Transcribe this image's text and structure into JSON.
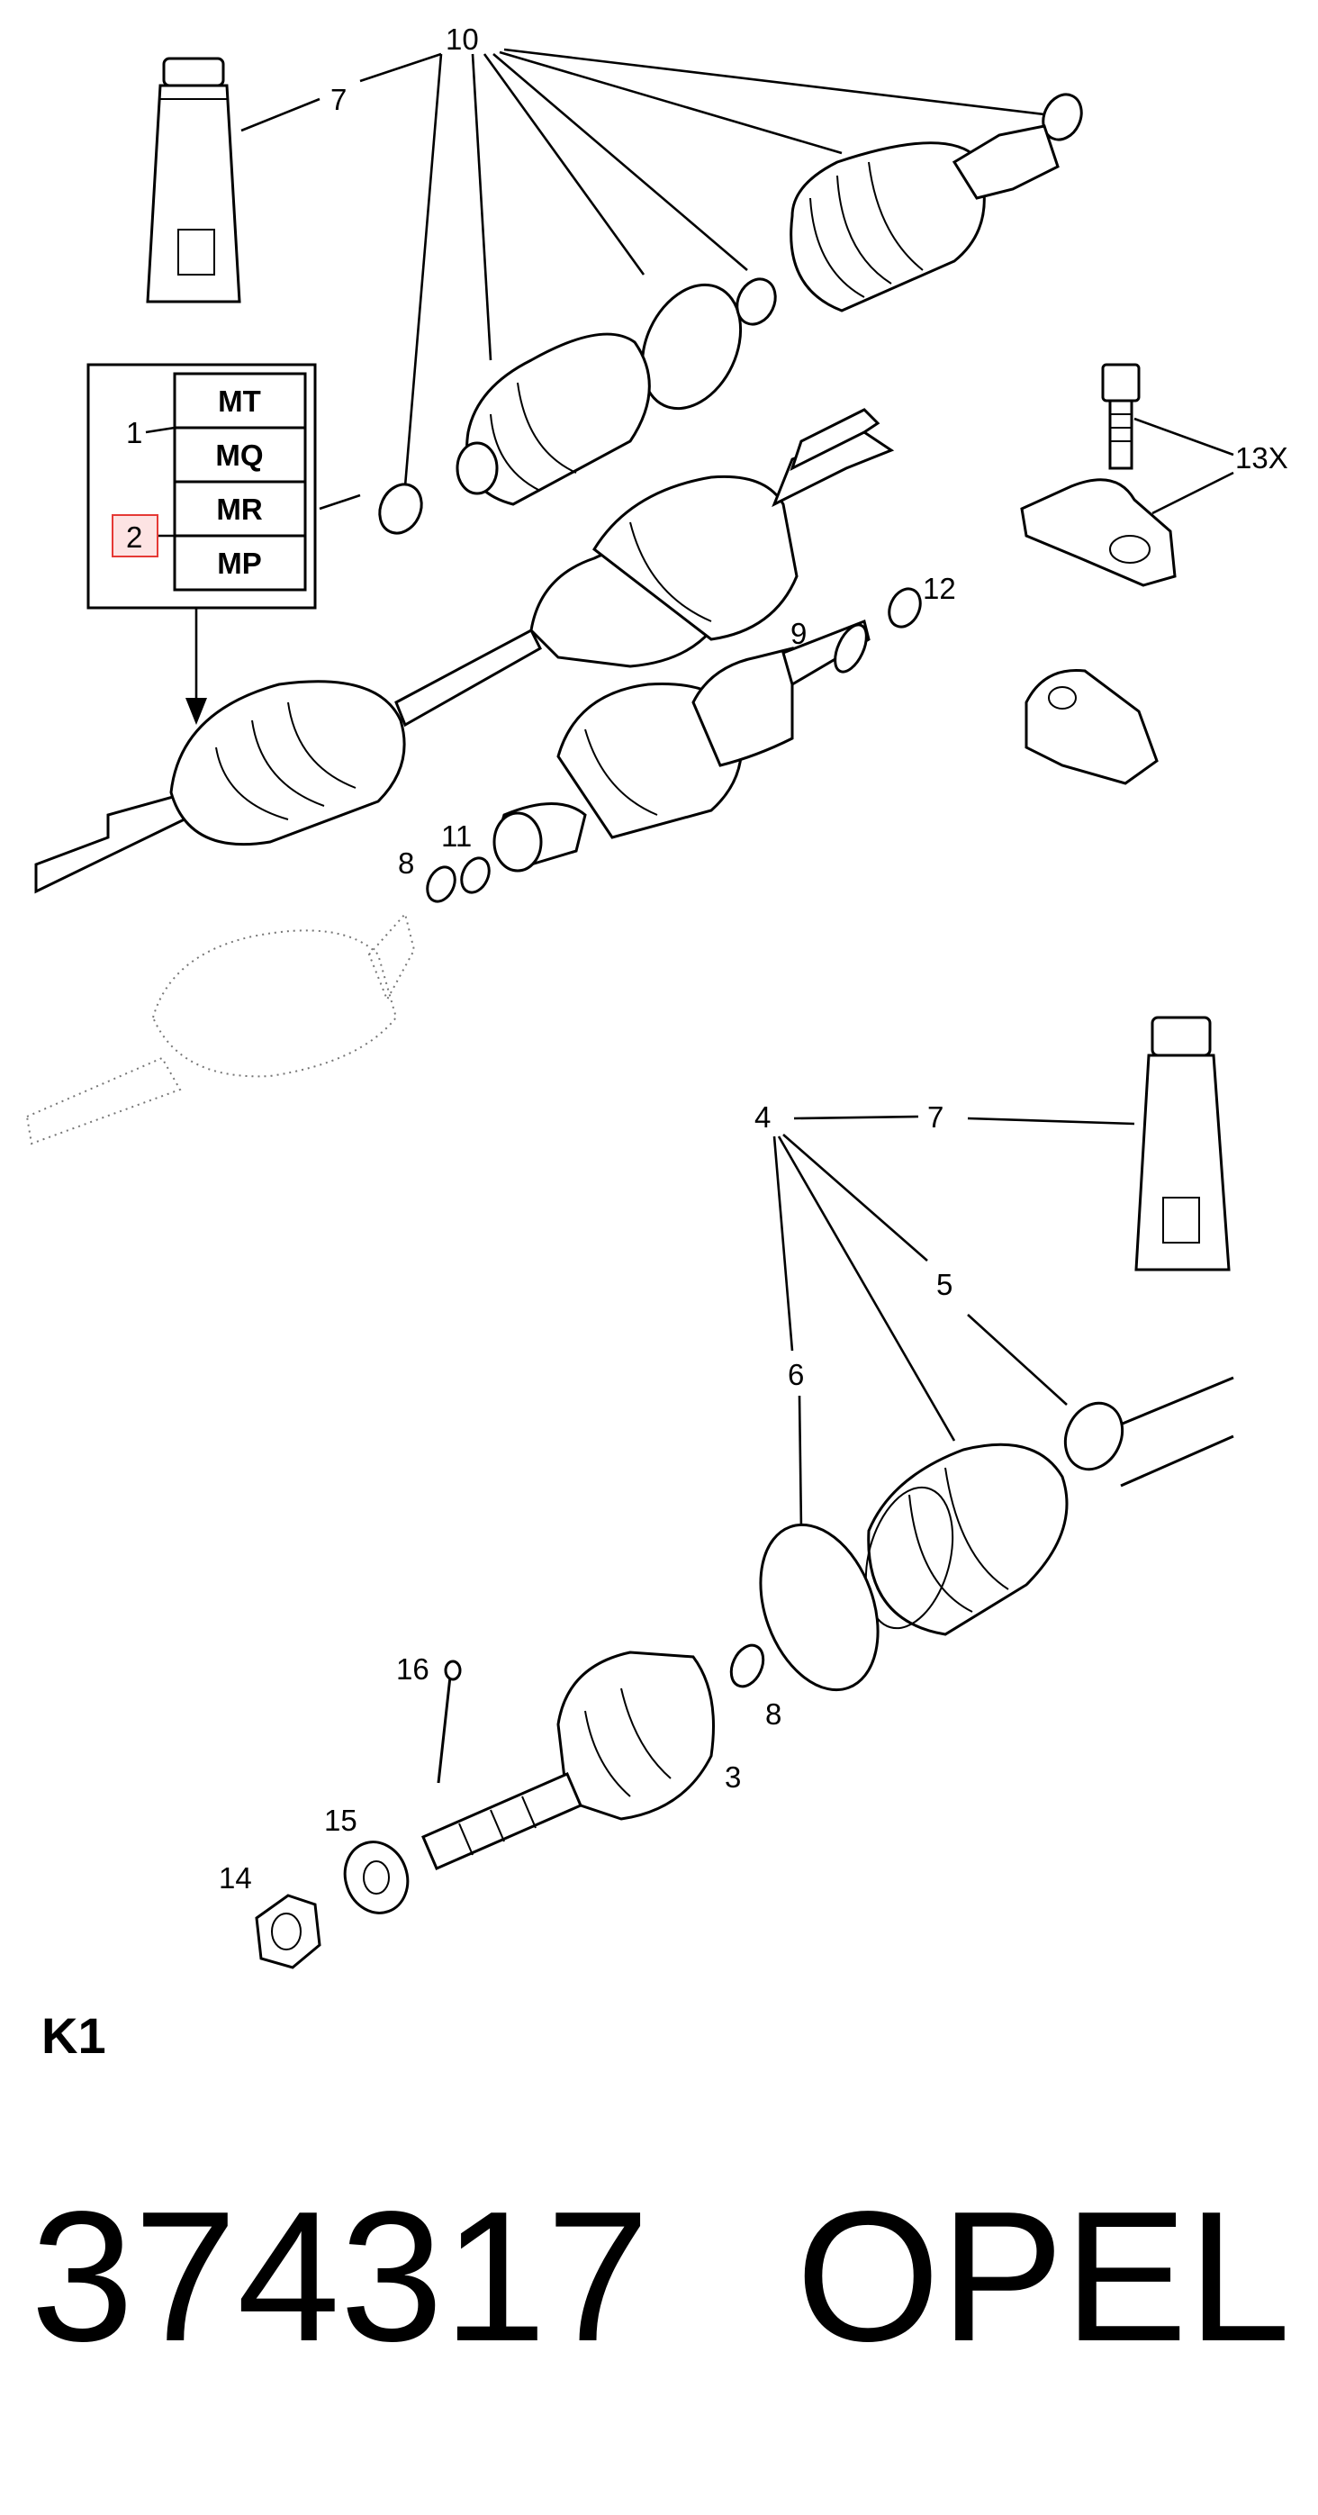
{
  "diagram": {
    "box": {
      "items": [
        "MT",
        "MQ",
        "MR",
        "MP"
      ],
      "label_1": "1",
      "label_2": "2",
      "highlight_color": "#e53935"
    },
    "callouts_top": {
      "l7": "7",
      "l10": "10",
      "l13x": "13X",
      "l12": "12",
      "l9": "9",
      "l8": "8",
      "l11": "11"
    },
    "callouts_bottom": {
      "l4": "4",
      "l7": "7",
      "l5": "5",
      "l6": "6",
      "l8": "8",
      "l3": "3",
      "l16": "16",
      "l15": "15",
      "l14": "14"
    },
    "sheet_code": "K1"
  },
  "caption": {
    "part_number": "374317",
    "maker": "OPEL"
  }
}
